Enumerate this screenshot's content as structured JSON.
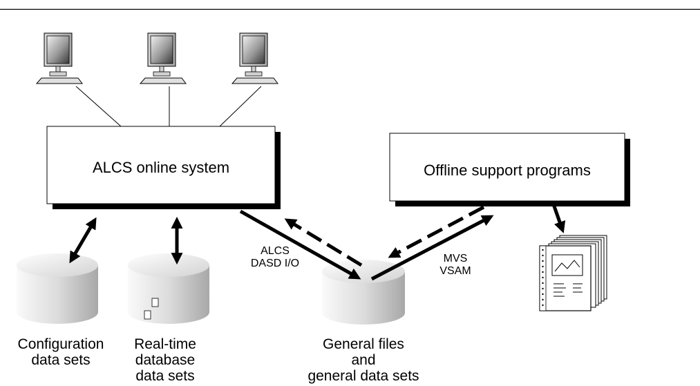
{
  "boxes": {
    "online": "ALCS online system",
    "offline": "Offline support programs"
  },
  "connectors": {
    "left": [
      "ALCS",
      "DASD I/O"
    ],
    "right": [
      "MVS",
      "VSAM"
    ]
  },
  "datasets": {
    "configuration": [
      "Configuration",
      "data sets"
    ],
    "realtime": [
      "Real-time",
      "database",
      "data sets"
    ],
    "general": [
      "General files",
      "and",
      "general data sets"
    ]
  },
  "icons": {
    "terminal": "computer-terminal-icon",
    "database": "database-cylinder-icon",
    "report": "printed-report-icon"
  },
  "colors": {
    "line": "#000000",
    "shadow": "#000000",
    "box_fill": "#ffffff",
    "cylinder_light": "#f2f2f2",
    "cylinder_dark": "#b5b5b5",
    "screen_light": "#eeeeee",
    "screen_dark": "#444444"
  }
}
